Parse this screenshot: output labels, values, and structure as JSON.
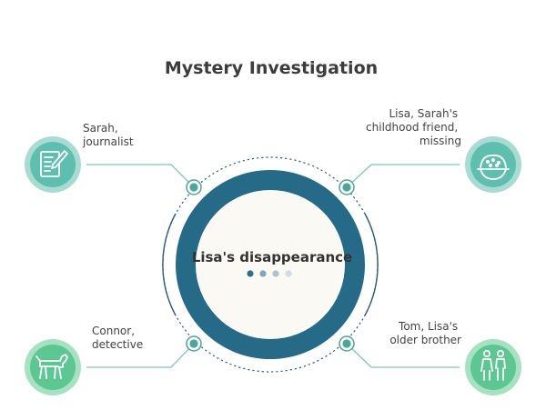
{
  "title": "Mystery Investigation",
  "center": {
    "label": "Lisa's disappearance",
    "dots": [
      "#2d6f8e",
      "#7fa5b7",
      "#a9c3cf",
      "#cfdee6"
    ]
  },
  "colors": {
    "ring": "#256a87",
    "teal_light": "#8fd0c6",
    "teal_mid": "#5fbfae",
    "green_light": "#88d9ac",
    "green_mid": "#5cc792",
    "line": "#7fc6b8",
    "dashed": "#2e5c78"
  },
  "nodes": [
    {
      "id": "sarah",
      "lines": [
        "Sarah,",
        "journalist"
      ],
      "icon": "document-pencil-icon"
    },
    {
      "id": "lisa",
      "lines": [
        "Lisa, Sarah's",
        "childhood friend,",
        "missing"
      ],
      "icon": "food-bowl-icon"
    },
    {
      "id": "connor",
      "lines": [
        "Connor,",
        "detective"
      ],
      "icon": "dog-icon"
    },
    {
      "id": "tom",
      "lines": [
        "Tom, Lisa's",
        "older brother"
      ],
      "icon": "people-icon"
    }
  ]
}
